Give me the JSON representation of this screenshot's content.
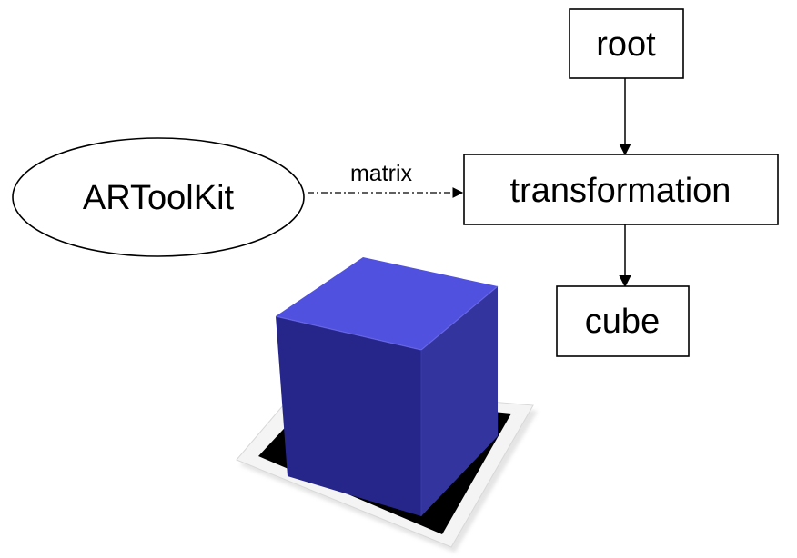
{
  "nodes": {
    "artoolkit": {
      "label": "ARToolKit",
      "shape": "ellipse"
    },
    "root": {
      "label": "root",
      "shape": "rectangle"
    },
    "transformation": {
      "label": "transformation",
      "shape": "rectangle"
    },
    "cube": {
      "label": "cube",
      "shape": "rectangle"
    }
  },
  "edges": [
    {
      "from": "artoolkit",
      "to": "transformation",
      "label": "matrix",
      "style": "dash-dot"
    },
    {
      "from": "root",
      "to": "transformation",
      "style": "solid"
    },
    {
      "from": "transformation",
      "to": "cube",
      "style": "solid"
    }
  ],
  "illustration": {
    "subject": "blue-cube-on-marker",
    "colors": {
      "cube_top": "#5151e0",
      "cube_left": "#26268a",
      "cube_right": "#34349e",
      "marker_black": "#000000",
      "marker_border": "#f4f4f4"
    }
  }
}
